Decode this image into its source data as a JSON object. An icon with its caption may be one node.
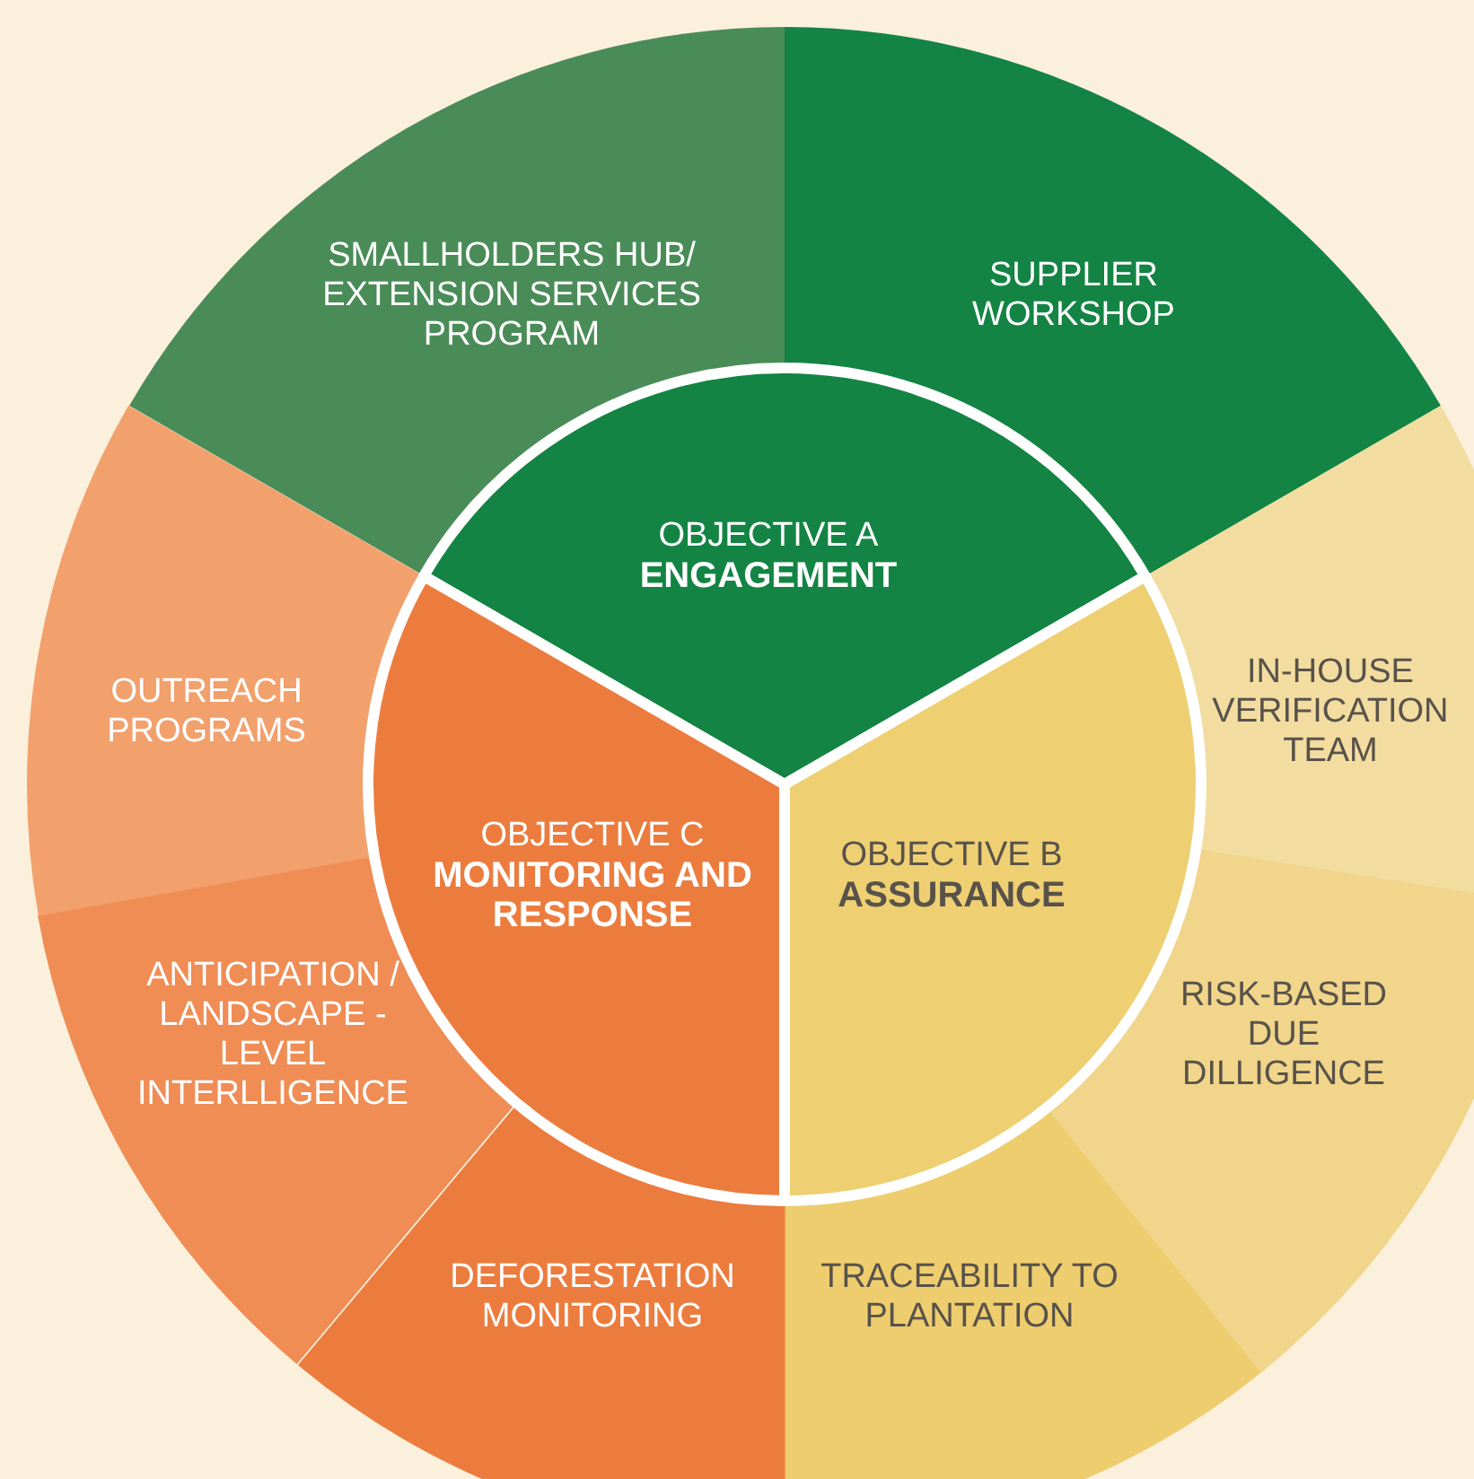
{
  "diagram": {
    "nodes": [
      {
        "text": [
          "OBJECTIVE A",
          "ENGAGEMENT"
        ]
      },
      {
        "text": [
          "OBJECTIVE B",
          "ASSURANCE"
        ]
      },
      {
        "text": [
          "OBJECTIVE C",
          "MONITORING AND RESPONSE"
        ]
      },
      {
        "text": [
          "SMALLHOLDERS HUB/ EXTENSION SERVICES PROGRAM"
        ]
      },
      {
        "text": [
          "SUPPLIER WORKSHOP"
        ]
      },
      {
        "text": [
          "IN-HOUSE VERIFICATION TEAM"
        ]
      },
      {
        "text": [
          "RISK-BASED DUE DILLIGENCE"
        ]
      },
      {
        "text": [
          "TRACEABILITY TO PLANTATION"
        ]
      },
      {
        "text": [
          "DEFORESTATION MONITORING"
        ]
      },
      {
        "text": [
          "ANTICIPATION / LANDSCAPE -LEVEL INTERLLIGENCE"
        ]
      },
      {
        "text": [
          "OUTREACH PROGRAMS"
        ]
      }
    ]
  }
}
